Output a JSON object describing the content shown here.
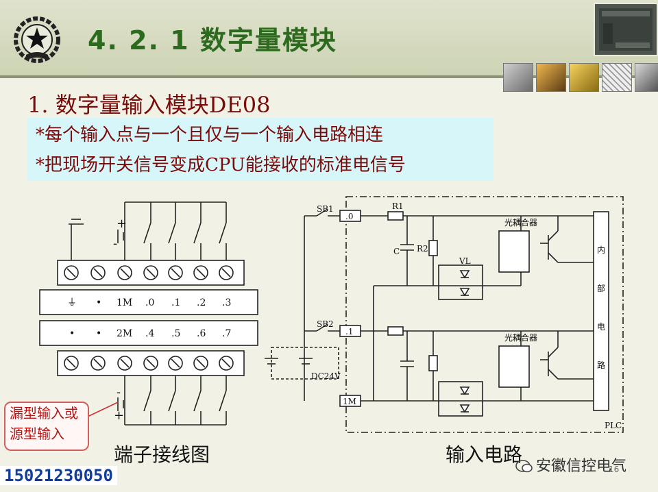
{
  "slide": {
    "title": "4. 2. 1  数字量模块",
    "subtitle": "1. 数字量输入模块DE08",
    "bullets": [
      "*每个输入点与一个且仅与一个输入电路相连",
      "*把现场开关信号变成CPU能接收的标准电信号"
    ],
    "captions": {
      "terminal": "端子接线图",
      "circuit": "输入电路"
    },
    "callout": [
      "漏型输入或",
      "源型输入"
    ],
    "phone": "15021230050",
    "brand": "安徽信控电气",
    "page_number": "16"
  },
  "terminal_diagram": {
    "row1_labels": [
      "⏚",
      "•",
      "1M",
      ".0",
      ".1",
      ".2",
      ".3"
    ],
    "row2_labels": [
      "•",
      "•",
      "2M",
      ".4",
      ".5",
      ".6",
      ".7"
    ],
    "plus": "+",
    "minus": "-"
  },
  "circuit_diagram": {
    "sb1": "SB1",
    "sb2": "SB2",
    "in0": ".0",
    "in1": ".1",
    "common": "1M",
    "r1": "R1",
    "r2": "R2",
    "c": "C",
    "vl": "VL",
    "coupler1": "光耦合器",
    "coupler2": "光耦合器",
    "dc": "DC24V",
    "plc": "PLC",
    "internal": [
      "内",
      "部",
      "电",
      "路"
    ]
  },
  "colors": {
    "title": "#2c6a1e",
    "subtitle": "#7a0b0b",
    "bullet_bg": "#d7f6f9",
    "phone": "#123e9b"
  }
}
